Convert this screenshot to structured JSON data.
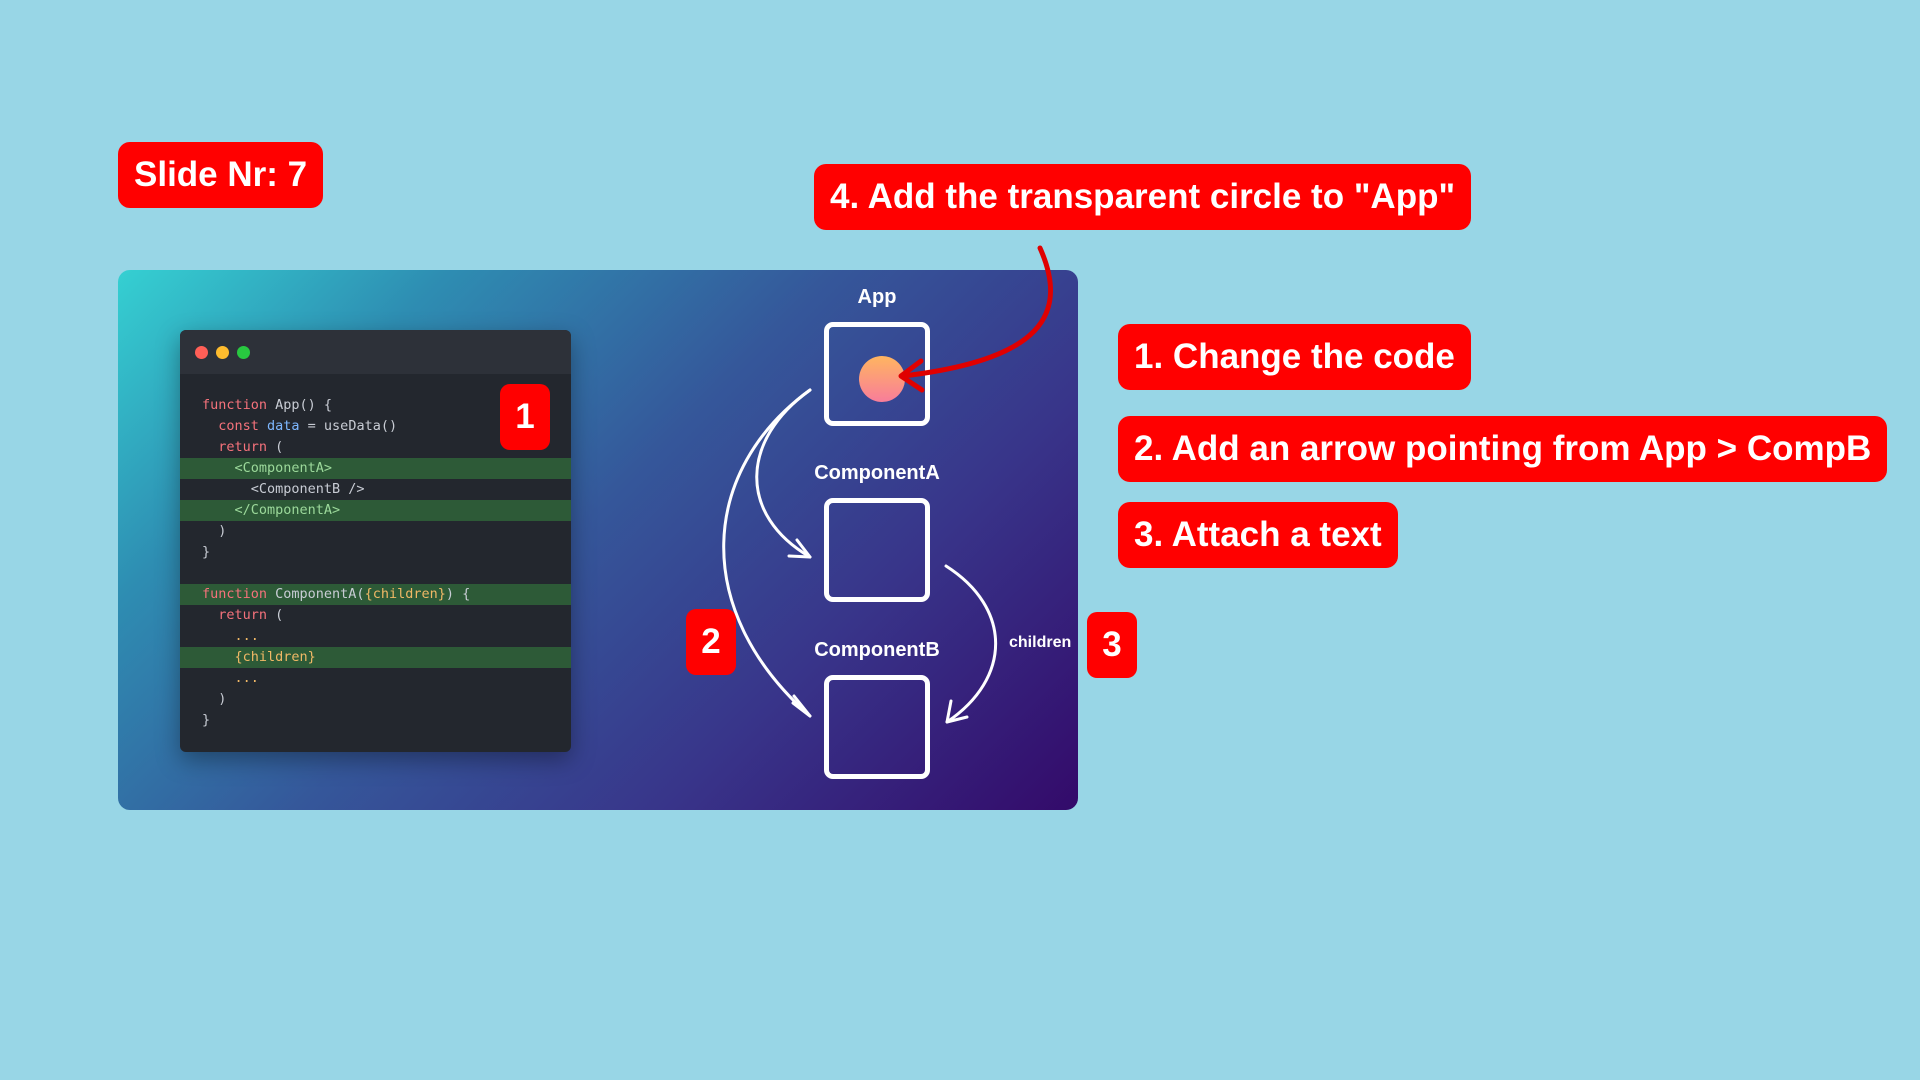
{
  "slide_badge": "Slide Nr: 7",
  "instructions": {
    "step4": "4. Add the transparent circle to \"App\"",
    "step1": "1. Change the code",
    "step2": "2. Add an arrow pointing from App > CompB",
    "step3": "3. Attach a text"
  },
  "markers": {
    "m1": "1",
    "m2": "2",
    "m3": "3"
  },
  "diagram": {
    "app_label": "App",
    "component_a_label": "ComponentA",
    "component_b_label": "ComponentB",
    "children_label": "children"
  },
  "code_lines": [
    {
      "tokens": [
        {
          "t": "function",
          "c": "kw"
        },
        {
          "t": " App() {",
          "c": "fn"
        }
      ]
    },
    {
      "tokens": [
        {
          "t": "  const",
          "c": "kw"
        },
        {
          "t": " data",
          "c": "var"
        },
        {
          "t": " = useData()",
          "c": "fn"
        }
      ]
    },
    {
      "tokens": [
        {
          "t": "  return",
          "c": "kw"
        },
        {
          "t": " (",
          "c": "fn"
        }
      ]
    },
    {
      "hl": true,
      "tokens": [
        {
          "t": "    <ComponentA>",
          "c": "tagc"
        }
      ]
    },
    {
      "tokens": [
        {
          "t": "      <ComponentB />",
          "c": "fn"
        }
      ]
    },
    {
      "hl": true,
      "tokens": [
        {
          "t": "    </ComponentA>",
          "c": "tagc"
        }
      ]
    },
    {
      "tokens": [
        {
          "t": "  )",
          "c": "fn"
        }
      ]
    },
    {
      "tokens": [
        {
          "t": "}",
          "c": "fn"
        }
      ]
    },
    {
      "tokens": [
        {
          "t": "",
          "c": "fn"
        }
      ]
    },
    {
      "hl": true,
      "tokens": [
        {
          "t": "function",
          "c": "kw"
        },
        {
          "t": " ComponentA(",
          "c": "fn"
        },
        {
          "t": "{children}",
          "c": "prop"
        },
        {
          "t": ") {",
          "c": "fn"
        }
      ]
    },
    {
      "tokens": [
        {
          "t": "  return",
          "c": "kw"
        },
        {
          "t": " (",
          "c": "fn"
        }
      ]
    },
    {
      "tokens": [
        {
          "t": "    ...",
          "c": "prop"
        }
      ]
    },
    {
      "hl": true,
      "tokens": [
        {
          "t": "    {children}",
          "c": "prop"
        }
      ]
    },
    {
      "tokens": [
        {
          "t": "    ...",
          "c": "prop"
        }
      ]
    },
    {
      "tokens": [
        {
          "t": "  )",
          "c": "fn"
        }
      ]
    },
    {
      "tokens": [
        {
          "t": "}",
          "c": "fn"
        }
      ]
    }
  ],
  "colors": {
    "background": "#98d6e6",
    "badge_red": "#ff0000",
    "dot_red": "#ff5f57",
    "dot_yellow": "#febc2e",
    "dot_green": "#28c840"
  }
}
